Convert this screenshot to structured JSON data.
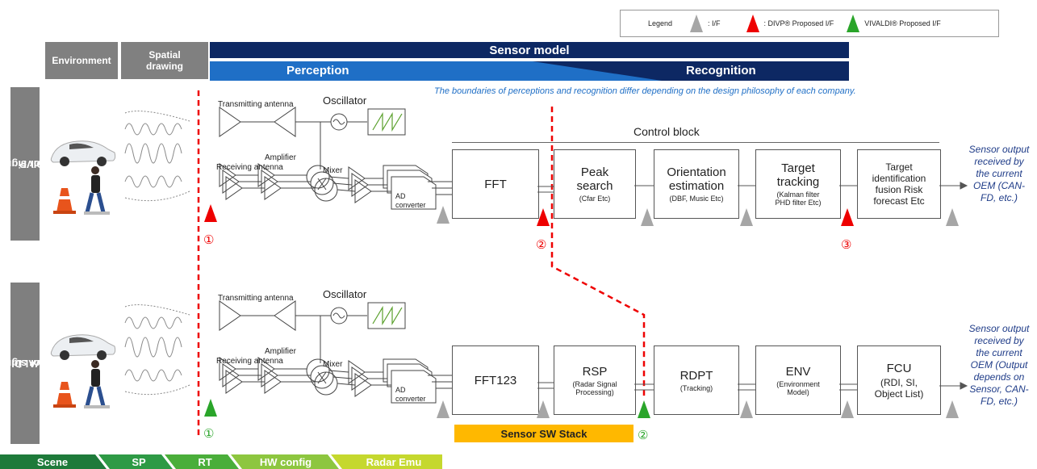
{
  "legend": {
    "title": "Legend",
    "if_label": ": I/F",
    "divp_label": ": DIVP® Proposed I/F",
    "vivaldi_label": "VIVALDI® Proposed I/F"
  },
  "headers": {
    "environment": "Environment",
    "spatial_drawing": "Spatial drawing",
    "sensor_model": "Sensor model",
    "perception": "Perception",
    "recognition": "Recognition"
  },
  "boundary_note": "The boundaries of perceptions and recognition differ depending on the design philosophy of each company.",
  "side_labels": {
    "divp_line1": "Sensor signal flow",
    "divp_line2": "DIVP",
    "vivaldi_line1": "Sensor signal flow",
    "vivaldi_line2": "VIVALDI"
  },
  "rf_labels": {
    "transmitting_antenna": "Transmitting antenna",
    "oscillator": "Oscillator",
    "receiving_antenna": "Receiving antenna",
    "amplifier": "Amplifier",
    "mixer": "Mixer",
    "ad_converter_1": "AD",
    "ad_converter_2": "converter",
    "control_block": "Control block"
  },
  "divp_blocks": [
    {
      "title": "FFT",
      "sub": ""
    },
    {
      "title": "Peak search",
      "sub": "(Cfar Etc)"
    },
    {
      "title": "Orientation estimation",
      "sub": "(DBF, Music Etc)"
    },
    {
      "title": "Target tracking",
      "sub": "(Kalman filter PHD filter Etc)"
    },
    {
      "title": "Target identification fusion Risk forecast Etc",
      "sub": ""
    }
  ],
  "vivaldi_blocks": [
    {
      "title": "FFT123",
      "sub": ""
    },
    {
      "title": "RSP",
      "sub": "(Radar Signal Processing)"
    },
    {
      "title": "RDPT",
      "sub": "(Tracking)"
    },
    {
      "title": "ENV",
      "sub": "(Environment Model)"
    },
    {
      "title": "FCU",
      "sub": "(RDI, SI, Object List)"
    }
  ],
  "outputs": {
    "divp": "Sensor output received by the current OEM (CAN-FD, etc.)",
    "vivaldi": "Sensor output received by the current OEM (Output depends on Sensor, CAN-FD, etc.)"
  },
  "markers": {
    "divp": [
      "①",
      "②",
      "③"
    ],
    "vivaldi": [
      "①",
      "②"
    ]
  },
  "sw_stack": "Sensor SW Stack",
  "bottom_chevrons": [
    "Scene",
    "SP",
    "RT",
    "HW config",
    "Radar Emu"
  ],
  "colors": {
    "dark_navy": "#0d2863",
    "blue": "#1f6fc6",
    "red": "#e00000",
    "green": "#2aa52a",
    "gray": "#808080",
    "sw_orange": "#ffb800"
  }
}
